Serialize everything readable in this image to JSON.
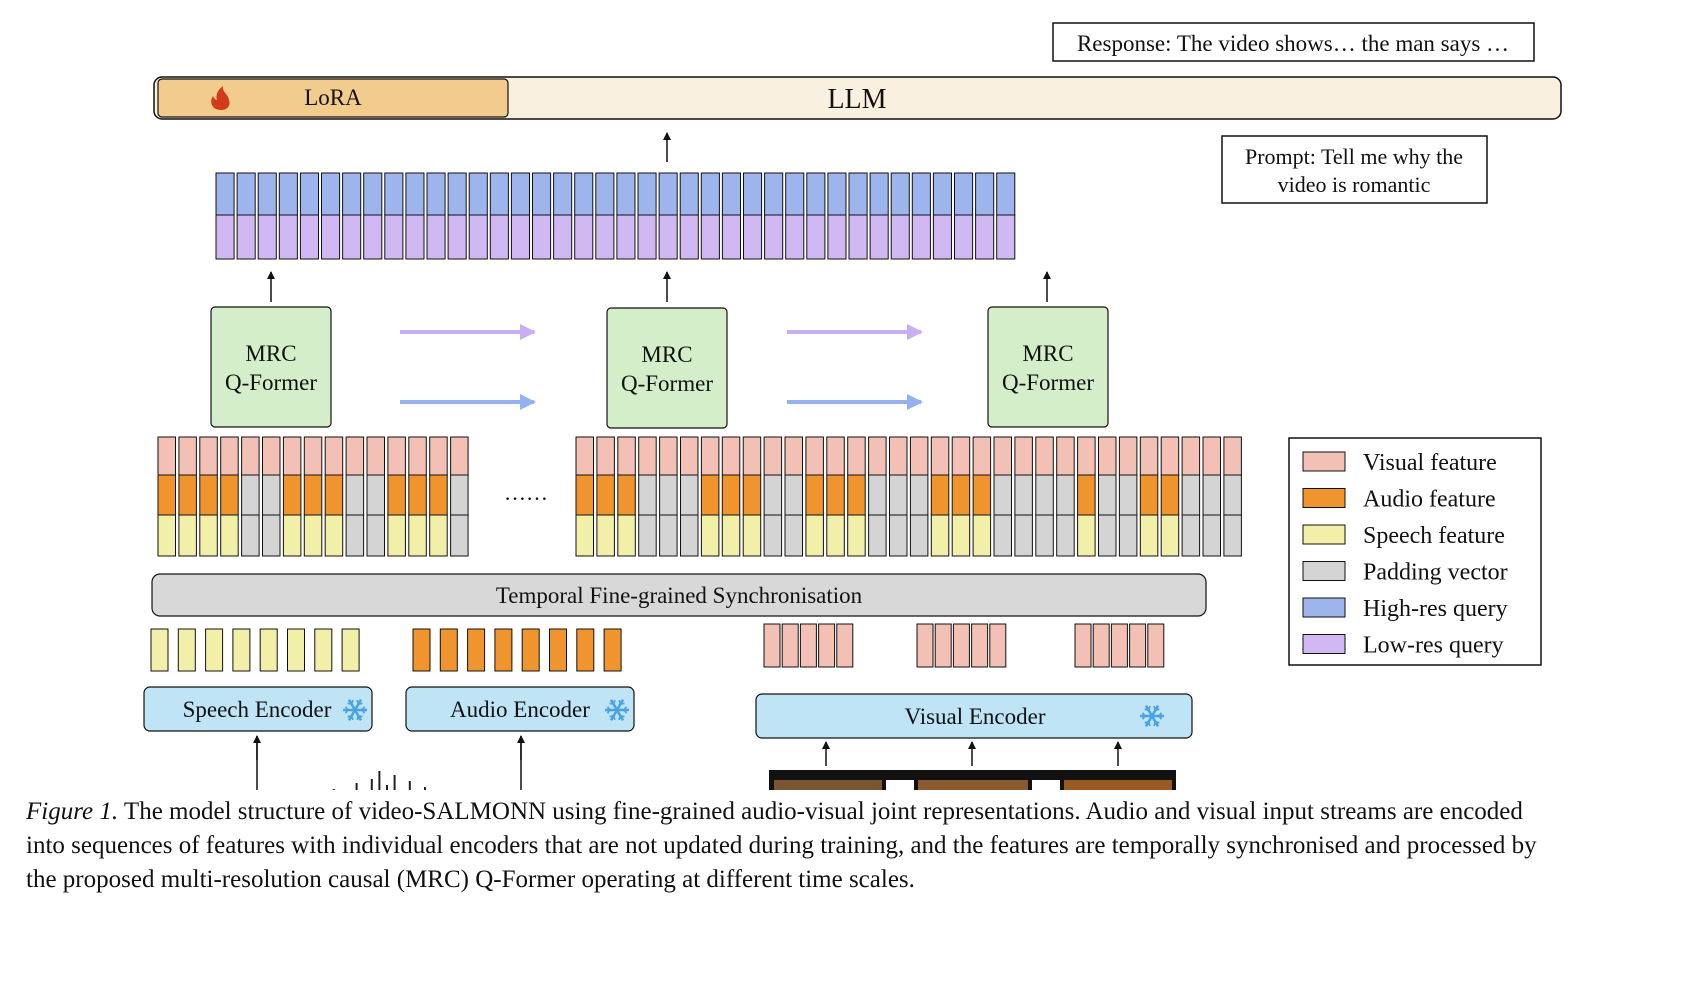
{
  "response": "Response: The video shows… the man says …",
  "prompt_lines": [
    "Prompt: Tell me why the",
    "video is romantic"
  ],
  "llm": {
    "lora_label": "LoRA",
    "llm_label": "LLM",
    "lora_icon": "fire-icon"
  },
  "qformer": {
    "line1": "MRC",
    "line2": "Q-Former",
    "count": 3
  },
  "ellipsis": "……",
  "sync_label": "Temporal Fine-grained Synchronisation",
  "encoders": {
    "speech": "Speech Encoder",
    "audio": "Audio Encoder",
    "visual": "Visual Encoder",
    "frozen_icon": "snowflake-icon"
  },
  "legend": [
    {
      "label": "Visual feature",
      "color": "#f2c0b4"
    },
    {
      "label": "Audio feature",
      "color": "#f0952e"
    },
    {
      "label": "Speech feature",
      "color": "#f2f0a8"
    },
    {
      "label": "Padding vector",
      "color": "#d4d4d4"
    },
    {
      "label": "High-res query",
      "color": "#9db4ec"
    },
    {
      "label": "Low-res query",
      "color": "#d0b8f2"
    }
  ],
  "colors": {
    "llm_bg": "#faf0e0",
    "lora_bg": "#f2cc8c",
    "qformer_bg": "#d3eec8",
    "sync_bg": "#d8d8d8",
    "encoder_bg": "#bfe4f6",
    "fire": "#d33a1a",
    "snow": "#4aa3e0",
    "arrow_purple": "#c9aef5",
    "arrow_blue": "#93b2ef"
  },
  "caption": {
    "label": "Figure 1.",
    "text": " The model structure of video-SALMONN using fine-grained audio-visual joint representations. Audio and visual input streams are encoded into sequences of features with individual encoders that are not updated during training, and the features are temporally synchronised and processed by the proposed multi-resolution causal (MRC) Q-Former operating at different time scales."
  }
}
